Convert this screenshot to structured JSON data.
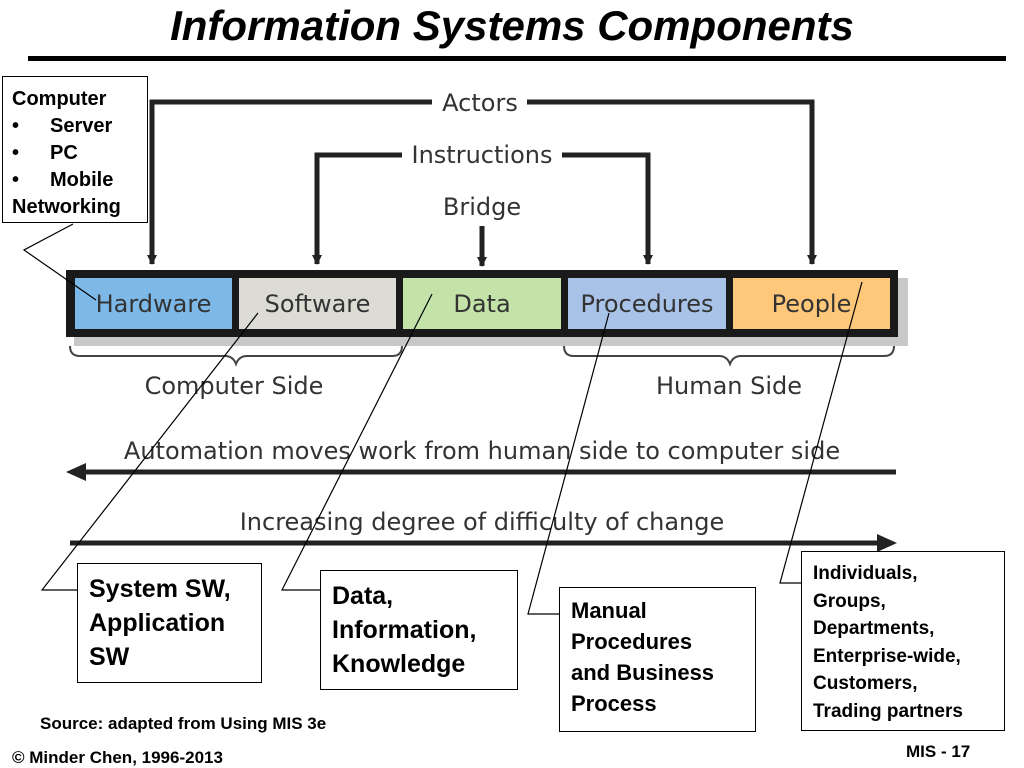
{
  "title": "Information Systems Components",
  "components": [
    {
      "label": "Hardware",
      "color": "#7db9e8"
    },
    {
      "label": "Software",
      "color": "#dcdcd4"
    },
    {
      "label": "Data",
      "color": "#c4e3a8"
    },
    {
      "label": "Procedures",
      "color": "#a9c3e8"
    },
    {
      "label": "People",
      "color": "#ffc77a"
    }
  ],
  "connectors": {
    "actors": "Actors",
    "instructions": "Instructions",
    "bridge": "Bridge"
  },
  "sides": {
    "computer": "Computer Side",
    "human": "Human Side"
  },
  "arrows": {
    "automation": "Automation moves work from human side to computer side",
    "difficulty": "Increasing degree of difficulty of change"
  },
  "notes": {
    "hardware": {
      "heading": "Computer",
      "bullet": "•",
      "items": [
        "Server",
        "PC",
        "Mobile"
      ],
      "footer": "Networking"
    },
    "software": [
      "System SW,",
      "Application",
      "SW"
    ],
    "data": [
      "Data,",
      "Information,",
      "Knowledge"
    ],
    "procedures": [
      "Manual",
      "Procedures",
      "and Business",
      "Process"
    ],
    "people": [
      "Individuals,",
      "Groups,",
      "Departments,",
      "Enterprise-wide,",
      "Customers,",
      "Trading partners"
    ]
  },
  "footer": {
    "source": "Source: adapted from Using MIS 3e",
    "copyright": "© Minder Chen, 1996-2013",
    "page": "MIS - 17"
  }
}
